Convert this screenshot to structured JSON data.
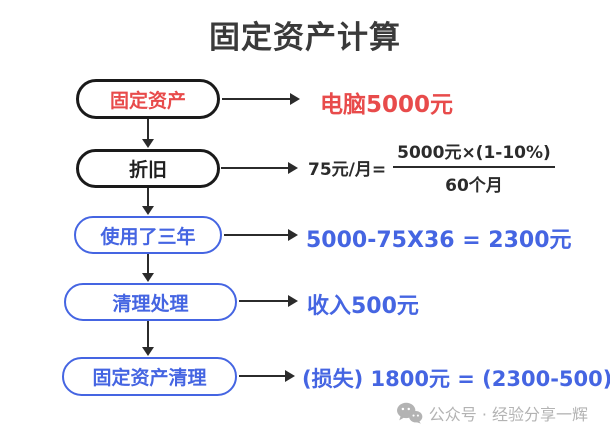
{
  "title": "固定资产计算",
  "colors": {
    "red": "#e84b4b",
    "blue": "#4565e2",
    "dark": "#2b2b2b",
    "watermark_gray": "#b3b3b3"
  },
  "flow": {
    "nodes": [
      {
        "label": "固定资产",
        "text_color": "#e84b4b",
        "border_color": "#1a1a1a"
      },
      {
        "label": "折旧",
        "text_color": "#1f1f1f",
        "border_color": "#1a1a1a"
      },
      {
        "label": "使用了三年",
        "text_color": "#4565e2",
        "border_color": "#4565e2"
      },
      {
        "label": "清理处理",
        "text_color": "#4565e2",
        "border_color": "#4565e2"
      },
      {
        "label": "固定资产清理",
        "text_color": "#4565e2",
        "border_color": "#4565e2"
      }
    ],
    "annotations": [
      {
        "text": "电脑5000元",
        "color": "#e84b4b"
      },
      {
        "type": "fraction",
        "prefix": "75元/月=",
        "numerator": "5000元×(1-10%)",
        "denominator": "60个月",
        "color": "#2b2b2b"
      },
      {
        "text": "5000-75X36 = 2300元",
        "color": "#4565e2"
      },
      {
        "text": "收入500元",
        "color": "#4565e2"
      },
      {
        "text": "(损失) 1800元 =  (2300-500)",
        "color": "#4565e2"
      }
    ]
  },
  "watermark": {
    "icon": "wechat-logo",
    "text": "公众号 · 经验分享一辉"
  }
}
